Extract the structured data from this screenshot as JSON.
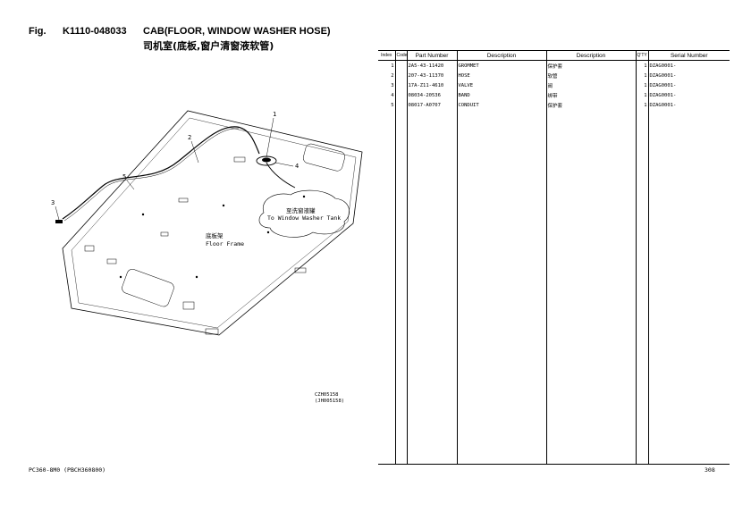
{
  "header": {
    "fig_label": "Fig.",
    "fig_code": "K1110-048033",
    "title": "CAB(FLOOR, WINDOW WASHER HOSE)",
    "title_cn": "司机室(底板,窗户清窗液软管)"
  },
  "drawing": {
    "callouts": [
      "1",
      "2",
      "3",
      "4",
      "5"
    ],
    "tank_label_cn": "至洗窗液罐",
    "tank_label_en": "To Window Washer Tank",
    "frame_label_cn": "底板架",
    "frame_label_en": "Floor Frame",
    "code_line1": "CZH05158",
    "code_line2": "(JH005158)"
  },
  "table": {
    "headers": [
      "Index",
      "Code",
      "Part Number",
      "Description",
      "Description",
      "Q'TY",
      "Serial Number"
    ],
    "rows": [
      {
        "index": "1",
        "code": "",
        "part": "2A5-43-11420",
        "desc_en": "GROMMET",
        "desc_cn": "保护套",
        "qty": "1",
        "serial": "DZAG0001-"
      },
      {
        "index": "2",
        "code": "",
        "part": "207-43-11370",
        "desc_en": "HOSE",
        "desc_cn": "软管",
        "qty": "1",
        "serial": "DZAG0001-"
      },
      {
        "index": "3",
        "code": "",
        "part": "17A-Z11-4610",
        "desc_en": "VALVE",
        "desc_cn": "阀",
        "qty": "1",
        "serial": "DZAG0001-"
      },
      {
        "index": "4",
        "code": "",
        "part": "08034-20536",
        "desc_en": "BAND",
        "desc_cn": "绑带",
        "qty": "1",
        "serial": "DZAG0001-"
      },
      {
        "index": "5",
        "code": "",
        "part": "08017-A0707",
        "desc_en": "CONDUIT",
        "desc_cn": "保护套",
        "qty": "1",
        "serial": "DZAG0001-"
      }
    ]
  },
  "footer": {
    "model": "PC360-8M0 (PBCH360800)",
    "page": "308"
  }
}
